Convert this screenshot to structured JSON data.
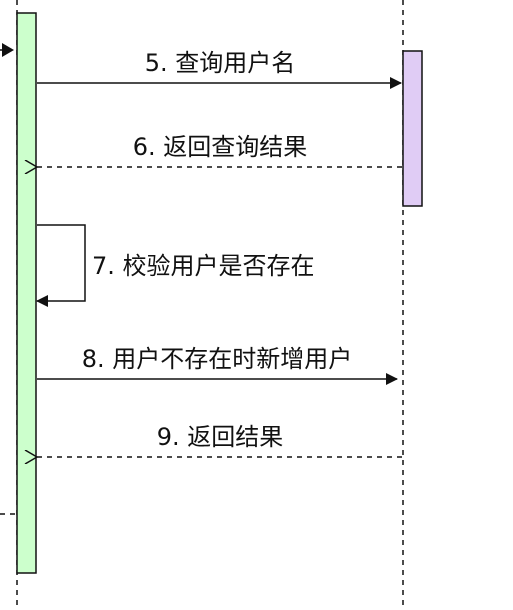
{
  "colors": {
    "line": "#111111",
    "activation_left": "#ccffcc",
    "activation_right": "#e0ccf5",
    "background": "#ffffff"
  },
  "messages": [
    {
      "label": "5. 查询用户名",
      "style": "solid"
    },
    {
      "label": "6. 返回查询结果",
      "style": "dashed"
    },
    {
      "label": "7. 校验用户是否存在",
      "style": "self"
    },
    {
      "label": "8. 用户不存在时新增用户",
      "style": "solid"
    },
    {
      "label": "9. 返回结果",
      "style": "dashed"
    }
  ]
}
